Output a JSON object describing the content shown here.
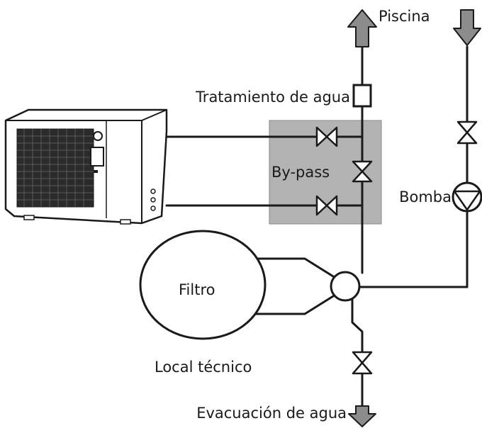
{
  "labels": {
    "piscina": "Piscina",
    "tratamiento": "Tratamiento de agua",
    "bypass": "By-pass",
    "bomba": "Bomba",
    "filtro": "Filtro",
    "local_tecnico": "Local técnico",
    "evacuacion": "Evacuación de agua"
  },
  "icons": {
    "heat_pump": "heat-pump-unit-icon",
    "valve": "valve-icon",
    "pump": "pump-icon",
    "arrow_up": "arrow-up-icon",
    "arrow_down": "arrow-down-icon"
  },
  "colors": {
    "line": "#1a1a1a",
    "bypass_box": "#b3b3b3",
    "arrow_fill": "#8c8c8c"
  }
}
